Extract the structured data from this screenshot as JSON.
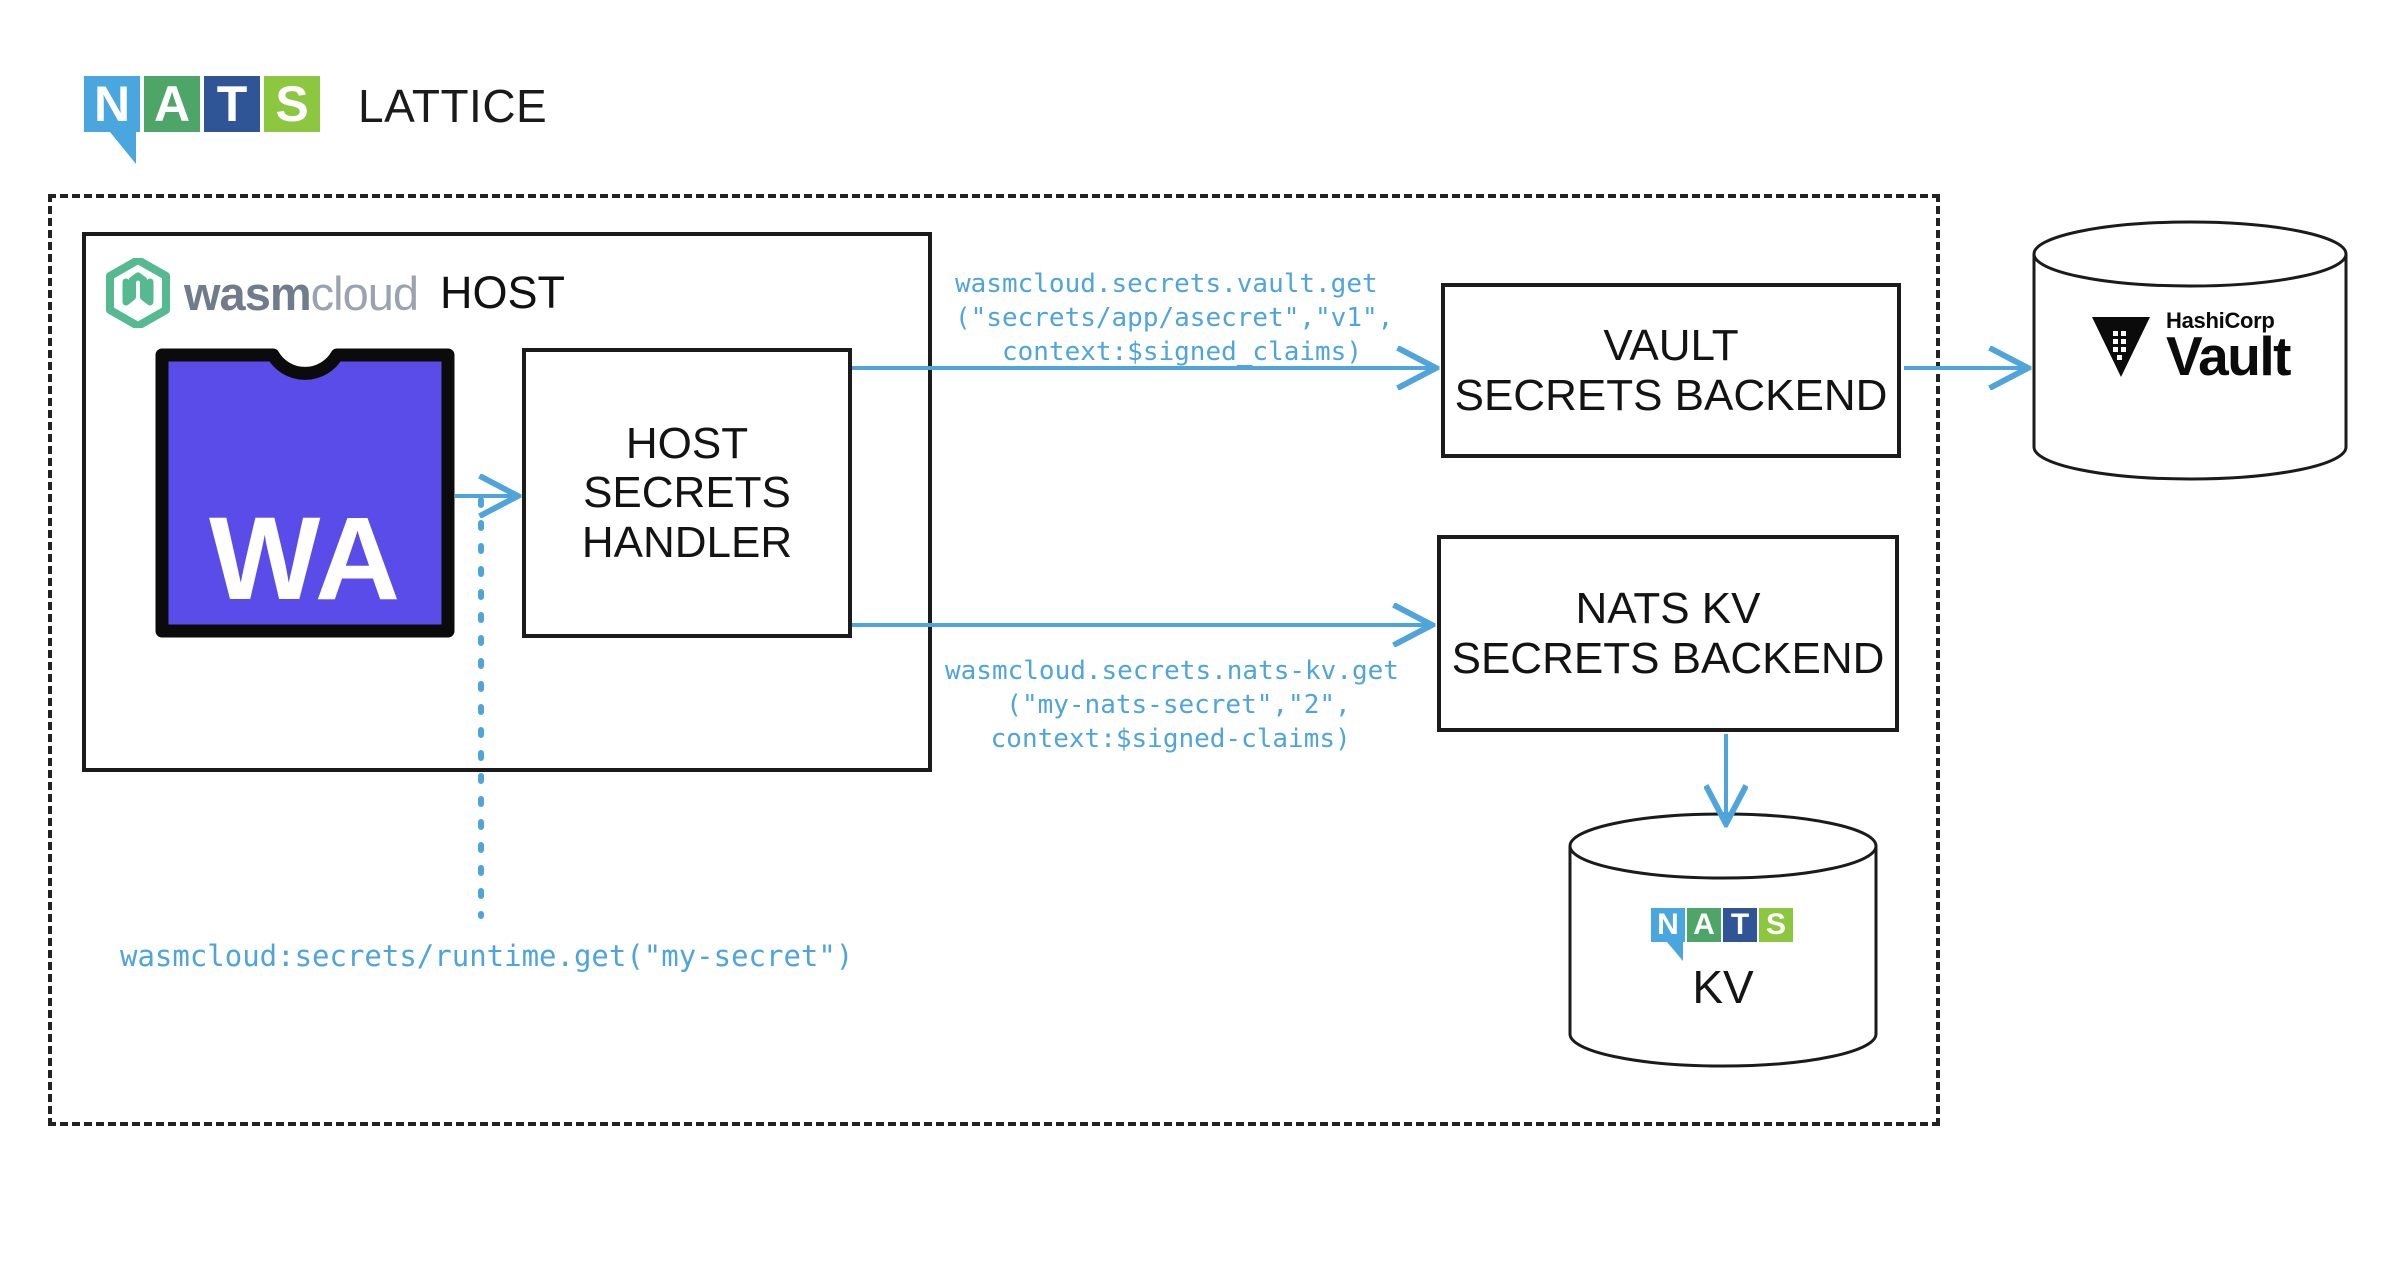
{
  "header": {
    "logo_name": "nats-logo",
    "logo_letters": [
      "N",
      "A",
      "T",
      "S"
    ],
    "title": "LATTICE"
  },
  "colors": {
    "nats_blue": "#49A6DE",
    "nats_green": "#4DA568",
    "nats_darkblue": "#2F5596",
    "nats_lime": "#8DC63F",
    "wasmcloud_green": "#55BA92",
    "wasm_purple": "#5A4CE8",
    "arrow_blue": "#4FA5DB",
    "outline_black": "#1b1b1b"
  },
  "host": {
    "logo_name": "wasmcloud-logo",
    "brand_part1": "wasm",
    "brand_part2": "cloud",
    "title": "HOST"
  },
  "component": {
    "label": "WA"
  },
  "secrets_handler": {
    "label": "HOST\nSECRETS\nHANDLER"
  },
  "backends": [
    {
      "id": "vault",
      "label": "VAULT\nSECRETS BACKEND"
    },
    {
      "id": "nats-kv",
      "label": "NATS KV\nSECRETS BACKEND"
    }
  ],
  "stores": {
    "vault": {
      "brand_small": "HashiCorp",
      "brand_large": "Vault",
      "logo_name": "hashicorp-vault-icon"
    },
    "nats_kv": {
      "logo_name": "nats-logo",
      "logo_letters": [
        "N",
        "A",
        "T",
        "S"
      ],
      "label": "KV"
    }
  },
  "messages": {
    "vault_subject": "wasmcloud.secrets.vault.get\n(\"secrets/app/asecret\",\"v1\",\n   context:$signed_claims)",
    "natskv_subject": "wasmcloud.secrets.nats-kv.get\n   (\"my-nats-secret\",\"2\",\n  context:$signed-claims)",
    "runtime_call": "wasmcloud:secrets/runtime.get(\"my-secret\")"
  }
}
